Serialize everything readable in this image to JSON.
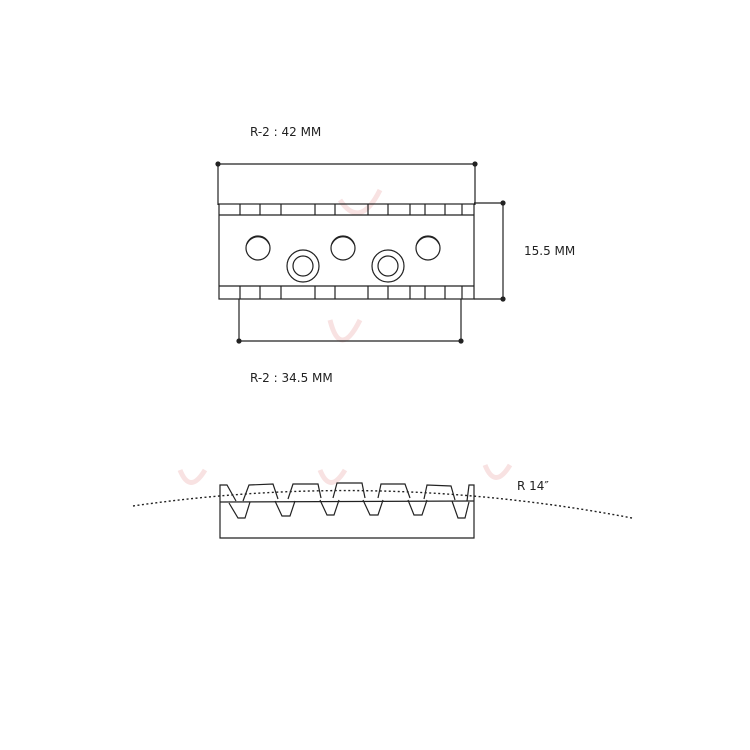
{
  "labels": {
    "top_width": "R-2 : 42 MM",
    "height": "15.5 MM",
    "bottom_width": "R-2 : 34.5 MM",
    "radius": "R 14″"
  },
  "colors": {
    "line": "#222222",
    "watermark": "#f6dcdc"
  }
}
